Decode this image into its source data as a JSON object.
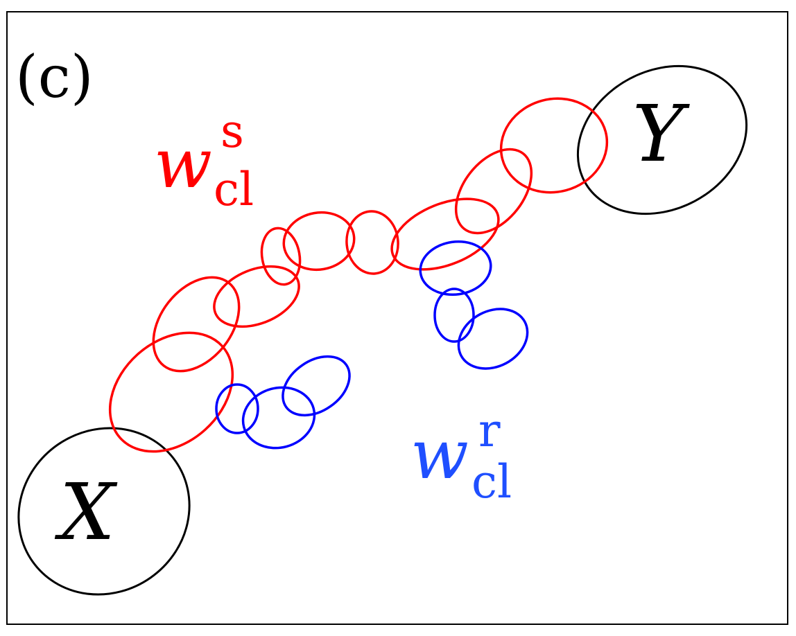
{
  "panel_label": "(c)",
  "nodes": {
    "x_label": "X",
    "y_label": "Y"
  },
  "labels": {
    "shortest_main": "w",
    "shortest_sup": "s",
    "shortest_sub": "cl",
    "random_main": "w",
    "random_sup": "r",
    "random_sub": "cl"
  },
  "colors": {
    "frame": "#000000",
    "endpoints": "#000000",
    "shortest_chain": "#ff0000",
    "random_chain": "#0000ff",
    "random_label": "#1f4fff"
  }
}
